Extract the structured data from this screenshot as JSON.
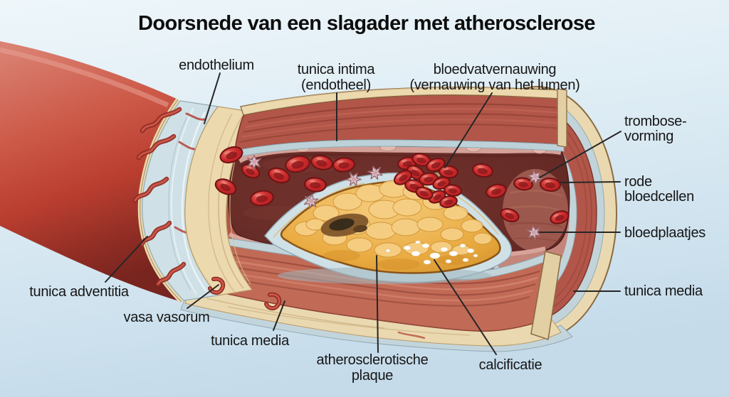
{
  "title": "Doorsnede van een slagader met atherosclerose",
  "labels": {
    "endothelium": "endothelium",
    "tunica_intima_line1": "tunica intima",
    "tunica_intima_line2": "(endotheel)",
    "bloedvatvernauwing_line1": "bloedvatvernauwing",
    "bloedvatvernauwing_line2": "(vernauwing van het lumen)",
    "trombosevorming_line1": "trombose-",
    "trombosevorming_line2": "vorming",
    "rode_bloedcellen_line1": "rode",
    "rode_bloedcellen_line2": "bloedcellen",
    "bloedplaatjes": "bloedplaatjes",
    "tunica_media_right": "tunica media",
    "tunica_adventitia": "tunica adventitia",
    "vasa_vasorum": "vasa vasorum",
    "tunica_media_bottom": "tunica media",
    "atherosclerotische_plaque_line1": "atherosclerotische",
    "atherosclerotische_plaque_line2": "plaque",
    "calcificatie": "calcificatie"
  },
  "colors": {
    "background_top": "#eef6fa",
    "background_bottom": "#c5dbea",
    "artery_red": "#c24a3c",
    "lumen_dark": "#662a26",
    "tunica_media_red": "#b25649",
    "tunica_adventitia_blue": "#cfe1e7",
    "cream_layer": "#ecd9ad",
    "plaque_yellow": "#e8a93d",
    "calcification_white": "#ffffff",
    "red_blood_cell": "#c5272b",
    "platelet_pink": "#e2c4ca",
    "label_text": "#161616",
    "leader_line": "#262626"
  }
}
